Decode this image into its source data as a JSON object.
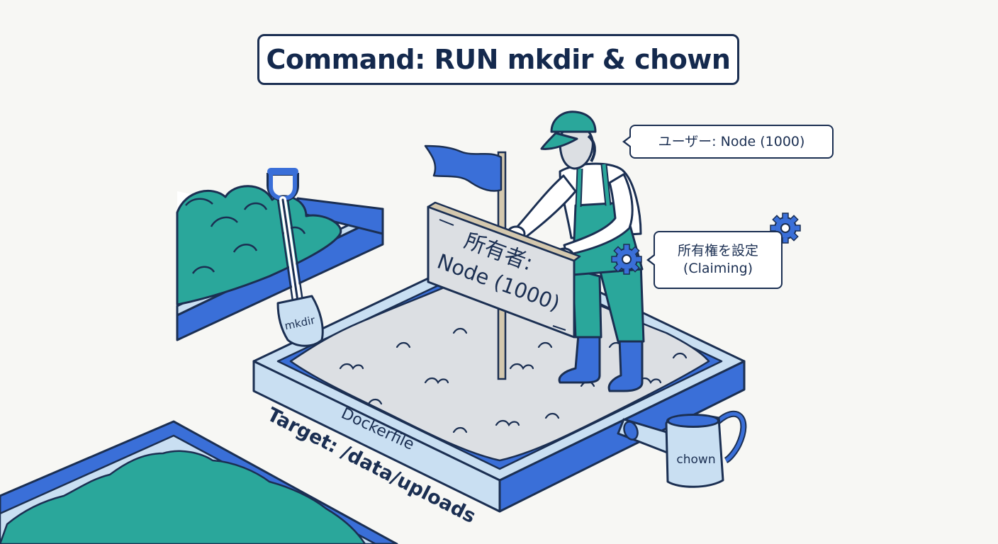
{
  "title": "Command: RUN mkdir & chown",
  "callouts": {
    "user": "ユーザー: Node (1000)",
    "claim_line1": "所有権を設定",
    "claim_line2": "(Claiming)"
  },
  "sign": {
    "line1": "所有者:",
    "line2": "Node (1000)"
  },
  "shovel_label": "mkdir",
  "watering_can_label": "chown",
  "plot_labels": {
    "front": "Dockerfile",
    "target": "Target: /data/uploads"
  },
  "colors": {
    "outline": "#1b2f52",
    "blue": "#3a6fd8",
    "light_blue": "#c9dff2",
    "teal": "#2aa79b",
    "sand": "#dcdfe3",
    "wood": "#d4c8ae",
    "background": "#f7f7f4"
  },
  "icons": [
    "flag-icon",
    "gear-icon",
    "shovel-icon",
    "watering-can-icon",
    "bush-icon"
  ]
}
